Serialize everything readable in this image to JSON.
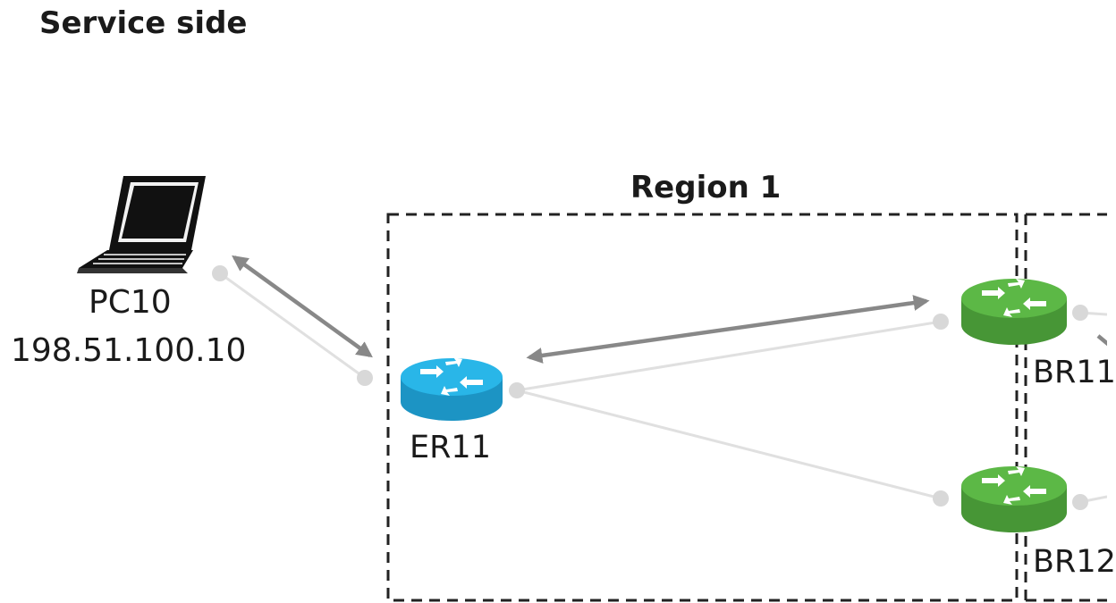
{
  "title": "Service side",
  "region": {
    "label": "Region 1"
  },
  "pc": {
    "name": "PC10",
    "ip": "198.51.100.10"
  },
  "routers": {
    "er11": {
      "label": "ER11",
      "color": "#29b6e8"
    },
    "br11": {
      "label": "BR11",
      "color": "#5cb846"
    },
    "br12": {
      "label": "BR12",
      "color": "#5cb846"
    }
  },
  "colors": {
    "link": "#e0e0e0",
    "port": "#d8d8d8",
    "flow_arrow": "#888888",
    "region_border": "#222222"
  }
}
